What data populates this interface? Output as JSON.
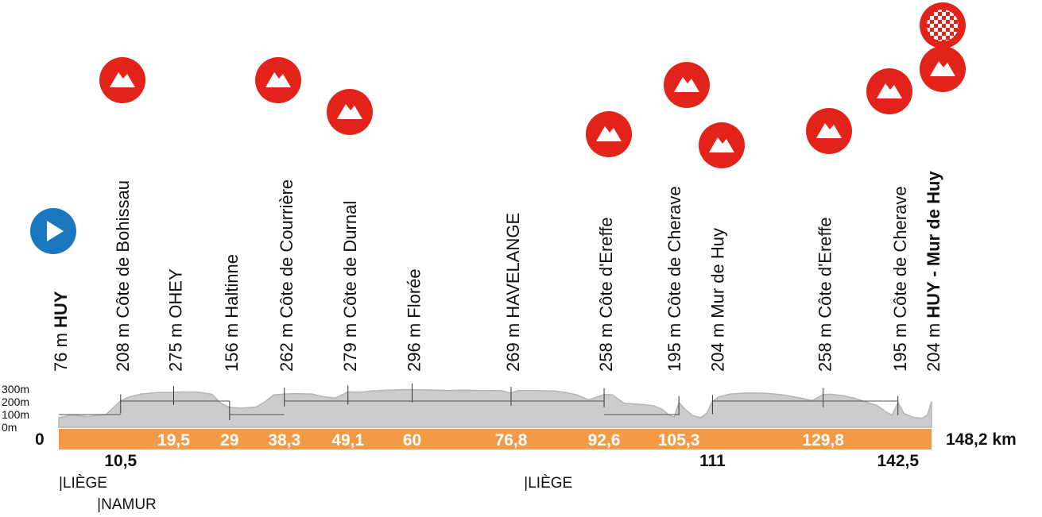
{
  "chart_data": {
    "type": "area",
    "title": "",
    "colors": {
      "profile_fill": "#cccccc",
      "profile_stroke": "#b5b5b5",
      "km_bar": "#f39a46",
      "climb_icon": "#e2231a",
      "start_icon": "#1a78be",
      "text": "#111111"
    },
    "y_axis": {
      "unit_label_suffix": "m",
      "ticks": [
        "300m",
        "200m",
        "100m",
        "0m"
      ],
      "tick_values": [
        300,
        200,
        100,
        0
      ],
      "ylim": [
        0,
        300
      ]
    },
    "x_axis": {
      "xlim": [
        0,
        148.2
      ],
      "start_label": "0",
      "end_label": "148,2 km"
    },
    "waypoints": [
      {
        "km": 0,
        "alt": "76 m",
        "name": "HUY",
        "bold": true,
        "icon": "start-icon"
      },
      {
        "km": 10.5,
        "alt": "208 m",
        "name": "Côte de Bohissau",
        "icon": "climb-icon"
      },
      {
        "km": 19.5,
        "alt": "275 m",
        "name": "OHEY"
      },
      {
        "km": 29,
        "alt": "156 m",
        "name": "Haltinne"
      },
      {
        "km": 38.3,
        "alt": "262 m",
        "name": "Côte de Courrière",
        "icon": "climb-icon"
      },
      {
        "km": 49.1,
        "alt": "279 m",
        "name": "Côte de Durnal",
        "icon": "climb-icon"
      },
      {
        "km": 60,
        "alt": "296 m",
        "name": "Florée"
      },
      {
        "km": 76.8,
        "alt": "269 m",
        "name": "HAVELANGE"
      },
      {
        "km": 92.6,
        "alt": "258 m",
        "name": "Côte d'Ereffe",
        "icon": "climb-icon"
      },
      {
        "km": 105.3,
        "alt": "195 m",
        "name": "Côte de Cherave",
        "icon": "climb-icon"
      },
      {
        "km": 111,
        "alt": "204 m",
        "name": "Mur de Huy",
        "icon": "climb-icon"
      },
      {
        "km": 129.8,
        "alt": "258 m",
        "name": "Côte d'Ereffe",
        "icon": "climb-icon"
      },
      {
        "km": 142.5,
        "alt": "195 m",
        "name": "Côte de Cherave",
        "icon": "climb-icon"
      },
      {
        "km": 148.2,
        "alt": "204 m",
        "name": "HUY - Mur de Huy",
        "bold": true,
        "icon": "climb-icon",
        "finish": true
      }
    ],
    "km_on_bar": [
      "19,5",
      "29",
      "38,3",
      "49,1",
      "60",
      "76,8",
      "92,6",
      "105,3",
      "129,8"
    ],
    "km_on_bar_values": [
      19.5,
      29,
      38.3,
      49.1,
      60,
      76.8,
      92.6,
      105.3,
      129.8
    ],
    "km_below_bar": [
      "10,5",
      "111",
      "142,5"
    ],
    "km_below_bar_values": [
      10.5,
      111,
      142.5
    ],
    "regions": [
      {
        "km": 0,
        "label": "|LIÈGE",
        "row": 0
      },
      {
        "km": 6.5,
        "label": "|NAMUR",
        "row": 1
      },
      {
        "km": 79,
        "label": "|LIÈGE",
        "row": 0
      }
    ],
    "profile": {
      "km": [
        0,
        2,
        5,
        8,
        10.5,
        12,
        14,
        17,
        19.5,
        21,
        24,
        26,
        27.5,
        29,
        31,
        33.5,
        35,
        36.5,
        38.3,
        40,
        43,
        45,
        47,
        49.1,
        51,
        53,
        56,
        58,
        60,
        63,
        66,
        69,
        72,
        75,
        76.8,
        78,
        81,
        84,
        86,
        88,
        90,
        92.6,
        94,
        96,
        99,
        101,
        102.5,
        103.5,
        104.5,
        105.3,
        106.2,
        107.5,
        109,
        110,
        111,
        112,
        114,
        117,
        120,
        123,
        126,
        128,
        129.8,
        131,
        133,
        135,
        137,
        139,
        140.5,
        141.5,
        142.5,
        143.5,
        145,
        146.5,
        147.5,
        148.2
      ],
      "alt": [
        76,
        95,
        85,
        100,
        208,
        240,
        262,
        275,
        275,
        278,
        275,
        260,
        190,
        156,
        150,
        160,
        200,
        255,
        262,
        265,
        262,
        240,
        230,
        279,
        275,
        285,
        292,
        296,
        296,
        294,
        290,
        292,
        288,
        290,
        269,
        290,
        290,
        286,
        275,
        255,
        215,
        258,
        255,
        190,
        180,
        170,
        140,
        100,
        80,
        195,
        150,
        95,
        75,
        110,
        204,
        238,
        262,
        270,
        268,
        255,
        230,
        210,
        258,
        260,
        250,
        230,
        200,
        170,
        120,
        95,
        195,
        110,
        80,
        70,
        95,
        204
      ]
    }
  }
}
